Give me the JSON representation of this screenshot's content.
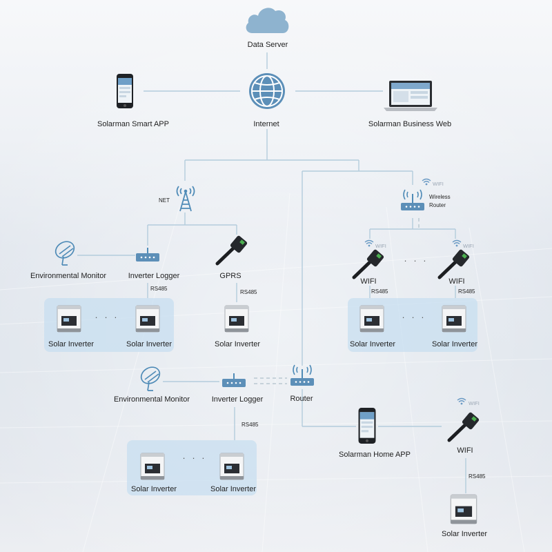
{
  "labels": {
    "data_server": "Data Server",
    "internet": "Internet",
    "smart_app": "Solarman Smart APP",
    "business_web": "Solarman Business Web",
    "net": "NET",
    "wifi_tag": "WIFI",
    "wireless_router_1": "Wireless",
    "wireless_router_2": "Router",
    "env_monitor": "Environmental Monitor",
    "inverter_logger": "Inverter Logger",
    "gprs": "GPRS",
    "wifi": "WIFI",
    "rs485": "RS485",
    "solar_inverter": "Solar Inverter",
    "router": "Router",
    "home_app": "Solarman Home APP",
    "ellipsis": "· · ·"
  },
  "colors": {
    "line": "#b3ccdc",
    "panel": "#c6def0",
    "globe": "#5c8fb8",
    "cloud": "#8eb3cf",
    "device": "#3a3d42"
  }
}
